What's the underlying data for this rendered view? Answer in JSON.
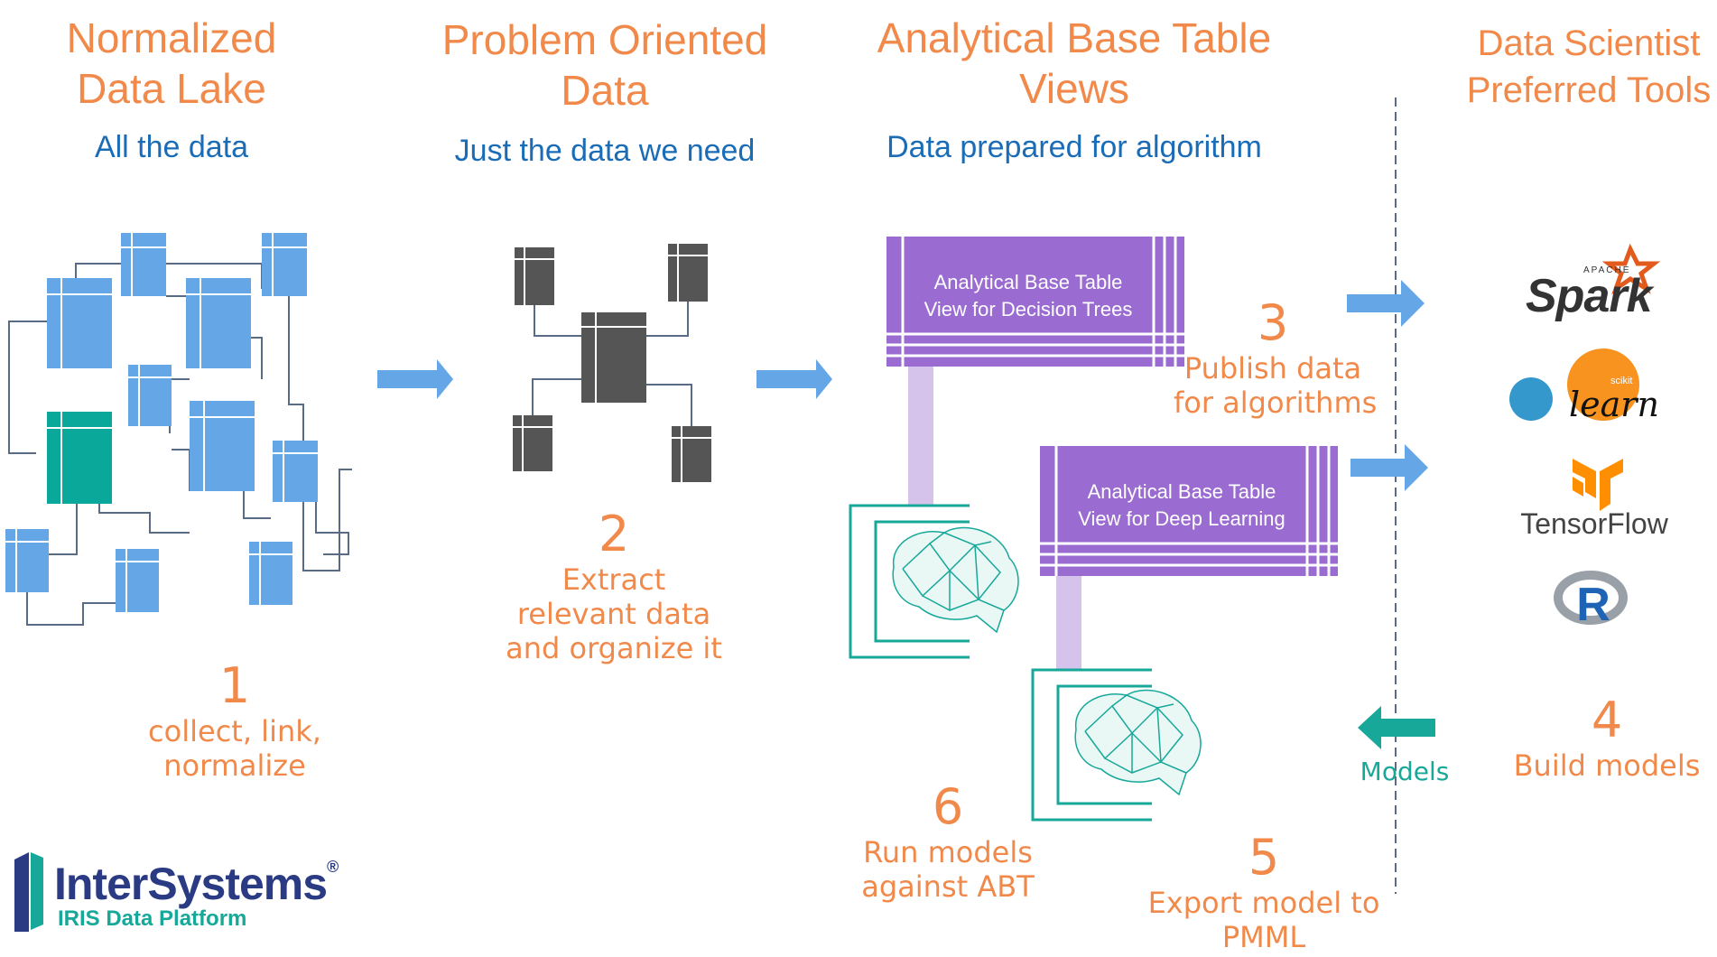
{
  "columns": [
    {
      "title_line1": "Normalized",
      "title_line2": "Data Lake",
      "subtitle": "All the data"
    },
    {
      "title_line1": "Problem Oriented",
      "title_line2": "Data",
      "subtitle": "Just the data we need"
    },
    {
      "title_line1": "Analytical Base Table",
      "title_line2": "Views",
      "subtitle": "Data prepared for algorithm"
    },
    {
      "title_line1": "Data Scientist",
      "title_line2": "Preferred Tools",
      "subtitle": ""
    }
  ],
  "steps": [
    {
      "num": "1",
      "line1": "collect, link,",
      "line2": "normalize",
      "line3": ""
    },
    {
      "num": "2",
      "line1": "Extract",
      "line2": "relevant data",
      "line3": "and organize it"
    },
    {
      "num": "3",
      "line1": "Publish data",
      "line2": "for algorithms",
      "line3": ""
    },
    {
      "num": "4",
      "line1": "Build models",
      "line2": "",
      "line3": ""
    },
    {
      "num": "5",
      "line1": "Export model to",
      "line2": "PMML",
      "line3": ""
    },
    {
      "num": "6",
      "line1": "Run models",
      "line2": "against ABT",
      "line3": ""
    }
  ],
  "abt_views": [
    {
      "line1": "Analytical Base Table",
      "line2": "View for Decision Trees"
    },
    {
      "line1": "Analytical Base Table",
      "line2": "View for Deep Learning"
    }
  ],
  "models_label": "Models",
  "tools": [
    {
      "name": "spark-logo",
      "small": "APACHE",
      "word": "Spark"
    },
    {
      "name": "scikit-learn-logo",
      "small": "scikit",
      "word": "learn"
    },
    {
      "name": "tensorflow-logo",
      "word": "TensorFlow"
    },
    {
      "name": "r-logo",
      "word": "R"
    }
  ],
  "brand": {
    "name": "InterSystems",
    "registered": "®",
    "product": "IRIS Data Platform"
  },
  "colors": {
    "orange": "#f0894a",
    "blue_text": "#1a6cb6",
    "table_blue": "#64a6e6",
    "table_teal": "#0aa89b",
    "table_dark": "#555555",
    "abt_purple": "#9a6bd0",
    "abt_link": "#d6c3ec",
    "arrow_blue": "#64a6e6",
    "arrow_teal": "#17a89a"
  }
}
